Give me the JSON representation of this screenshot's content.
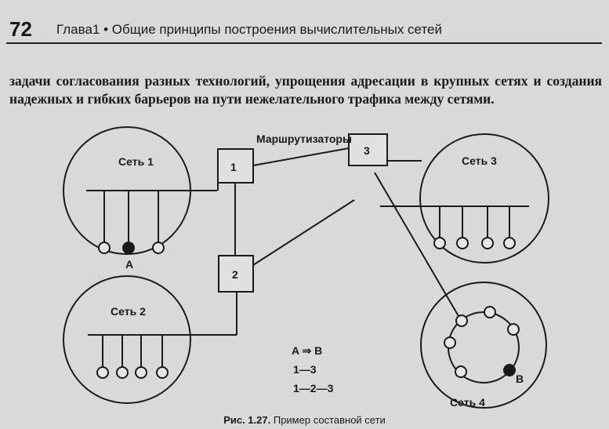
{
  "header": {
    "page_number": "72",
    "running_head": "Глава1 • Общие принципы построения вычислительных сетей"
  },
  "body_text": "задачи согласования разных технологий, упрощения адресации в крупных сетях и создания надежных и гибких барьеров на пути нежелательного трафика между сетями.",
  "figure": {
    "routers_label": "Маршрутизаторы",
    "networks": [
      {
        "label": "Сеть 1"
      },
      {
        "label": "Сеть 2"
      },
      {
        "label": "Сеть 3"
      },
      {
        "label": "Сеть 4"
      }
    ],
    "routers": [
      {
        "label": "1"
      },
      {
        "label": "2"
      },
      {
        "label": "3"
      }
    ],
    "node_a_label": "A",
    "node_b_label": "B",
    "route_lines": [
      "A ⇒ B",
      "1—3",
      "1—2—3"
    ],
    "caption_number": "Рис. 1.27.",
    "caption_text": "Пример составной сети"
  }
}
